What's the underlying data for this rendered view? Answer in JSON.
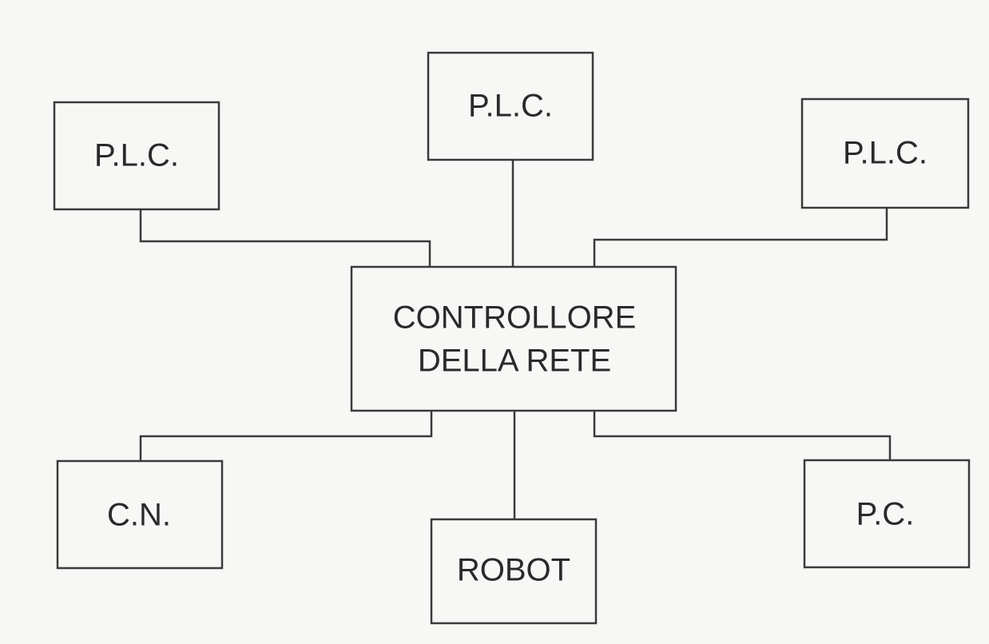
{
  "diagram": {
    "center": {
      "line1": "CONTROLLORE",
      "line2": "DELLA RETE"
    },
    "plc_top": "P.L.C.",
    "plc_left": "P.L.C.",
    "plc_right": "P.L.C.",
    "cn": "C.N.",
    "robot": "ROBOT",
    "pc": "P.C."
  }
}
